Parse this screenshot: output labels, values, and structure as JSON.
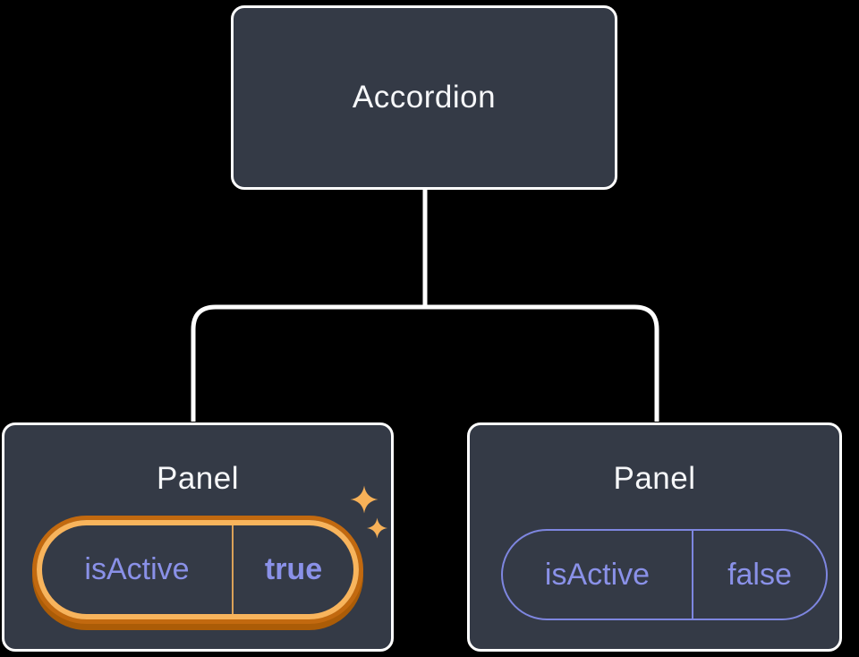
{
  "diagram": {
    "root": {
      "label": "Accordion"
    },
    "panels": [
      {
        "title": "Panel",
        "state_key": "isActive",
        "state_value": "true",
        "active": true
      },
      {
        "title": "Panel",
        "state_key": "isActive",
        "state_value": "false",
        "active": false
      }
    ]
  },
  "colors": {
    "background": "#000000",
    "node_fill": "#343a46",
    "node_border": "#ffffff",
    "node_text": "#f6f7f9",
    "state_text": "#8a91e8",
    "state_border_inactive": "#7e86e0",
    "active_ring_light": "#f8b45c",
    "active_ring_dark": "#c2690f",
    "active_ring_shadow": "#ab5c07",
    "sparkle": "#f7b158",
    "connector": "#ffffff"
  }
}
